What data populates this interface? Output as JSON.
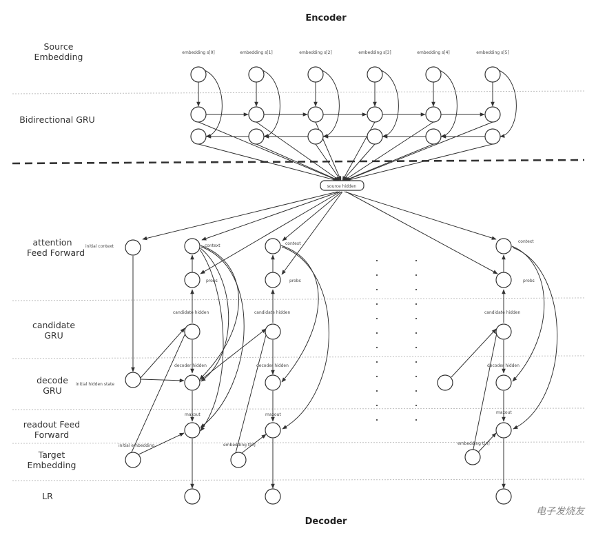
{
  "titles": {
    "encoder": "Encoder",
    "decoder": "Decoder"
  },
  "layers": {
    "source_embedding": [
      "Source",
      "Embedding"
    ],
    "bidirectional_gru": [
      "Bidirectional GRU"
    ],
    "attention": [
      "attention",
      "Feed Forward"
    ],
    "candidate_gru": [
      "candidate",
      "GRU"
    ],
    "decode_gru": [
      "decode",
      "GRU"
    ],
    "readout": [
      "readout Feed",
      "Forward"
    ],
    "target_embedding": [
      "Target",
      "Embedding"
    ],
    "lr": [
      "LR"
    ]
  },
  "source_embeddings": [
    "embedding s[0]",
    "embedding s[1]",
    "embedding s[2]",
    "embedding s[3]",
    "embedding s[4]",
    "embedding s[5]"
  ],
  "source_hidden": "source hidden",
  "labels": {
    "initial_context": "initial context",
    "initial_hidden_state": "initial hidden state",
    "initial_embedding": "initial embedding",
    "context": "context",
    "probs": "probs",
    "candidate_hidden": "candidate hidden",
    "decoder_hidden": "decoder hidden",
    "maxout": "maxout",
    "embedding_t0": "embedding t[0]",
    "embedding_tn": "embedding t[n]"
  },
  "watermark": "电子发烧友",
  "colors": {
    "stroke": "#333333",
    "separator": "#bfbfbf",
    "background": "#ffffff"
  }
}
